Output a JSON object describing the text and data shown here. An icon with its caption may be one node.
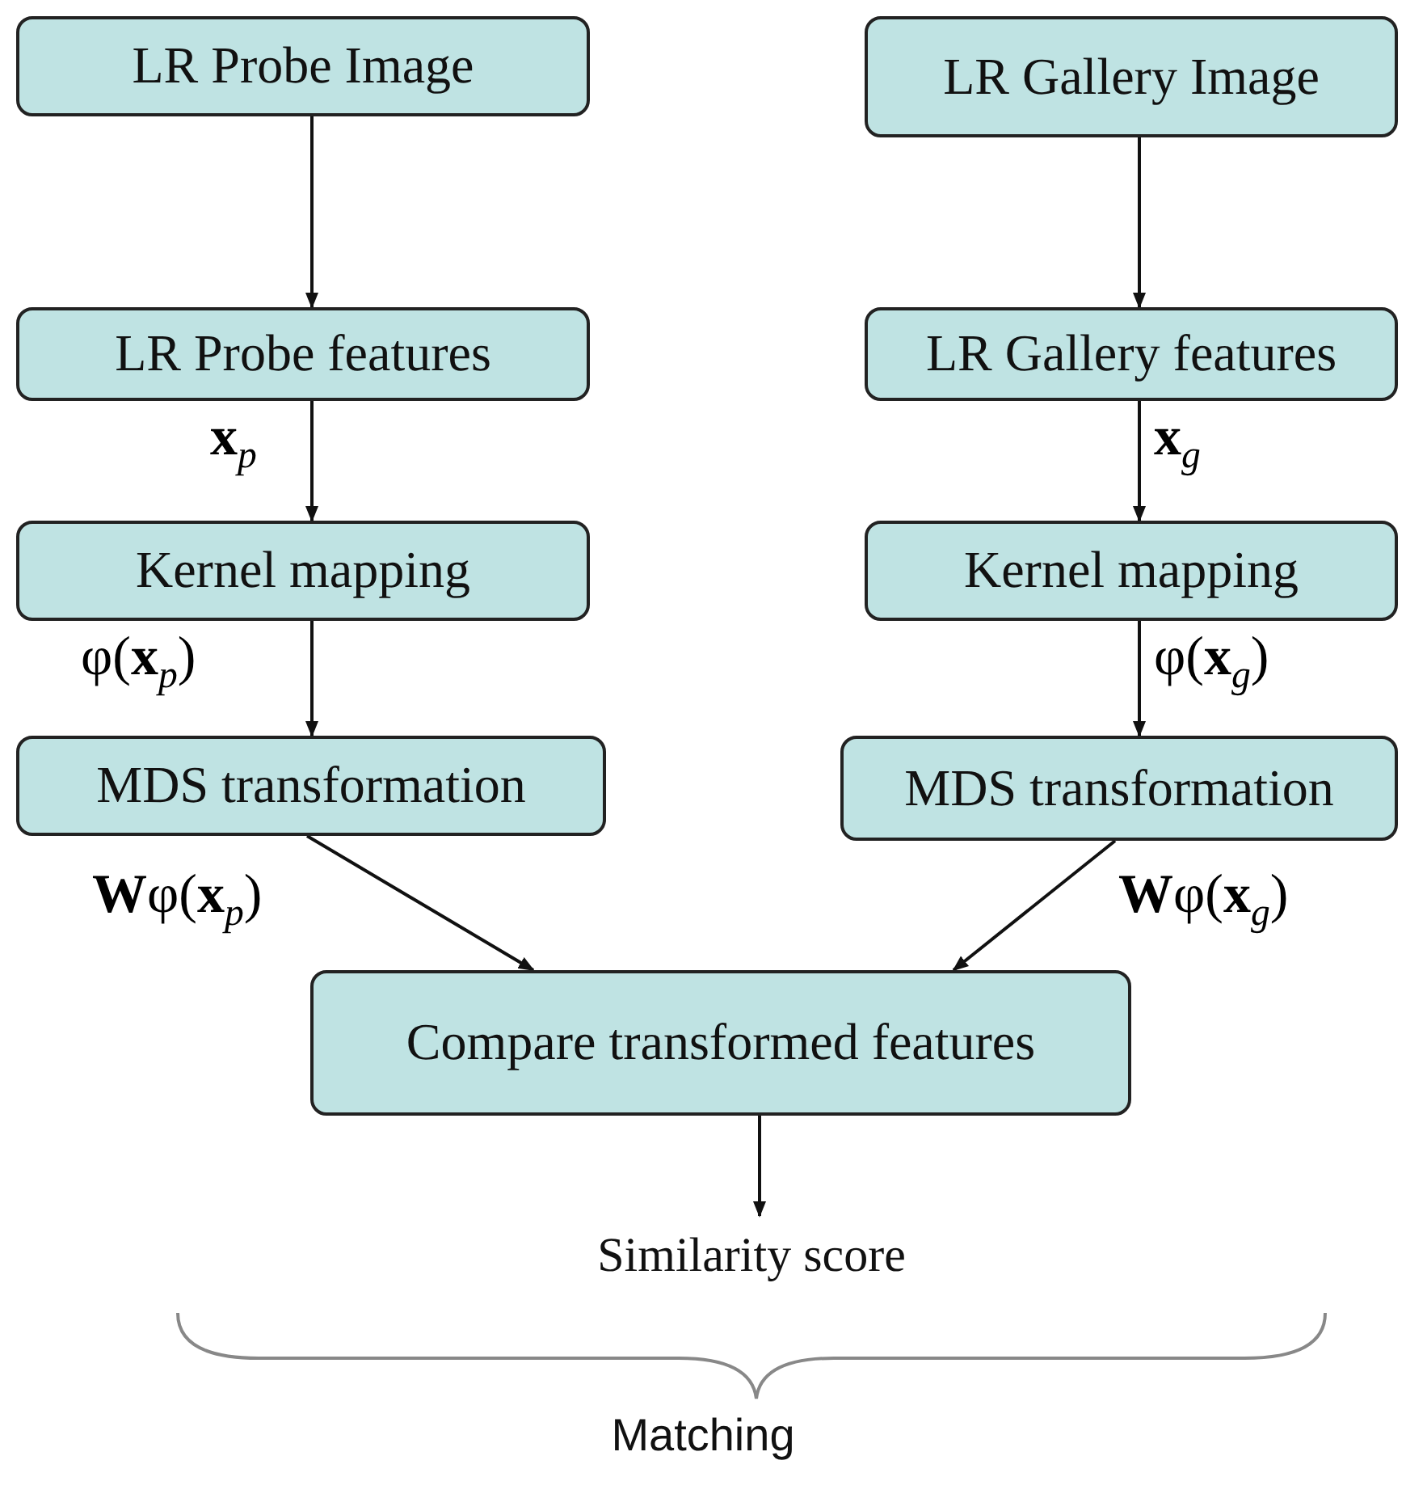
{
  "diagram": {
    "nodes": [
      {
        "text": [
          "LR Probe Image"
        ]
      },
      {
        "text": [
          "LR Gallery Image"
        ]
      },
      {
        "text": [
          "LR Probe features"
        ]
      },
      {
        "text": [
          "LR Gallery features"
        ]
      },
      {
        "text": [
          "Kernel mapping"
        ]
      },
      {
        "text": [
          "Kernel mapping"
        ]
      },
      {
        "text": [
          "MDS transformation"
        ]
      },
      {
        "text": [
          "MDS transformation"
        ]
      },
      {
        "text": [
          "Compare transformed features"
        ]
      },
      {
        "text": [
          "Similarity score"
        ]
      }
    ],
    "edges": [
      {
        "from": 0,
        "to": 2,
        "arrow": "to"
      },
      {
        "from": 1,
        "to": 3,
        "arrow": "to"
      },
      {
        "from": 2,
        "to": 4,
        "arrow": "to",
        "label": "**x**$_{p}$"
      },
      {
        "from": 3,
        "to": 5,
        "arrow": "to",
        "label": "**x**$_{g}$"
      },
      {
        "from": 4,
        "to": 6,
        "arrow": "to",
        "label": "φ(**x**$_{p}$)"
      },
      {
        "from": 5,
        "to": 7,
        "arrow": "to",
        "label": "φ(**x**$_{g}$)"
      },
      {
        "from": 6,
        "to": 8,
        "arrow": "to",
        "label": "**W**φ(**x**$_{p}$)"
      },
      {
        "from": 7,
        "to": 8,
        "arrow": "to",
        "label": "**W**φ(**x**$_{g}$)"
      },
      {
        "from": 8,
        "to": 9,
        "arrow": "to"
      }
    ],
    "labels": [
      "Matching"
    ]
  }
}
